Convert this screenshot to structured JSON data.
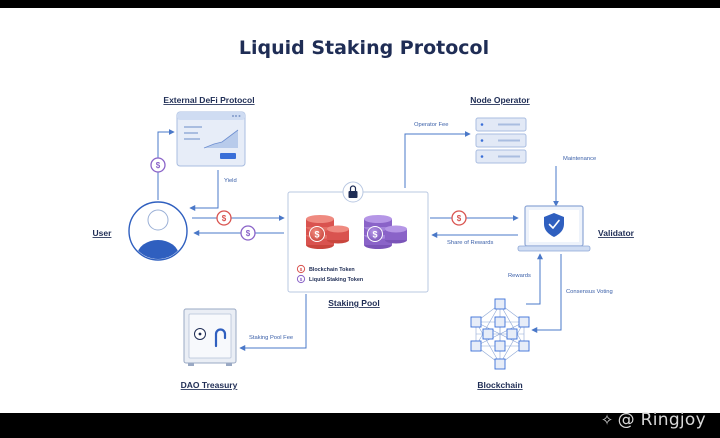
{
  "title": "Liquid Staking Protocol",
  "nodes": {
    "defi": "External DeFi Protocol",
    "operator": "Node Operator",
    "user": "User",
    "validator": "Validator",
    "pool": "Staking Pool",
    "treasury": "DAO Treasury",
    "blockchain": "Blockchain"
  },
  "edges": {
    "operator_fee": "Operator Fee",
    "yield": "Yield",
    "maintenance": "Maintenance",
    "share_of_rewards": "Share of Rewards",
    "rewards": "Rewards",
    "consensus_voting": "Consensus Voting",
    "staking_pool_fee": "Staking Pool Fee"
  },
  "legend": {
    "blockchain_token": "Blockchain Token",
    "liquid_staking_token": "Liquid Staking Token"
  },
  "watermark": "@ Ringjoy",
  "colors": {
    "navy": "#1f2d55",
    "blue": "#3a6fd8",
    "line": "#4a78c8",
    "coin_red": "#d9534f",
    "coin_purple": "#8a63c8",
    "panel": "#e7edf8"
  }
}
